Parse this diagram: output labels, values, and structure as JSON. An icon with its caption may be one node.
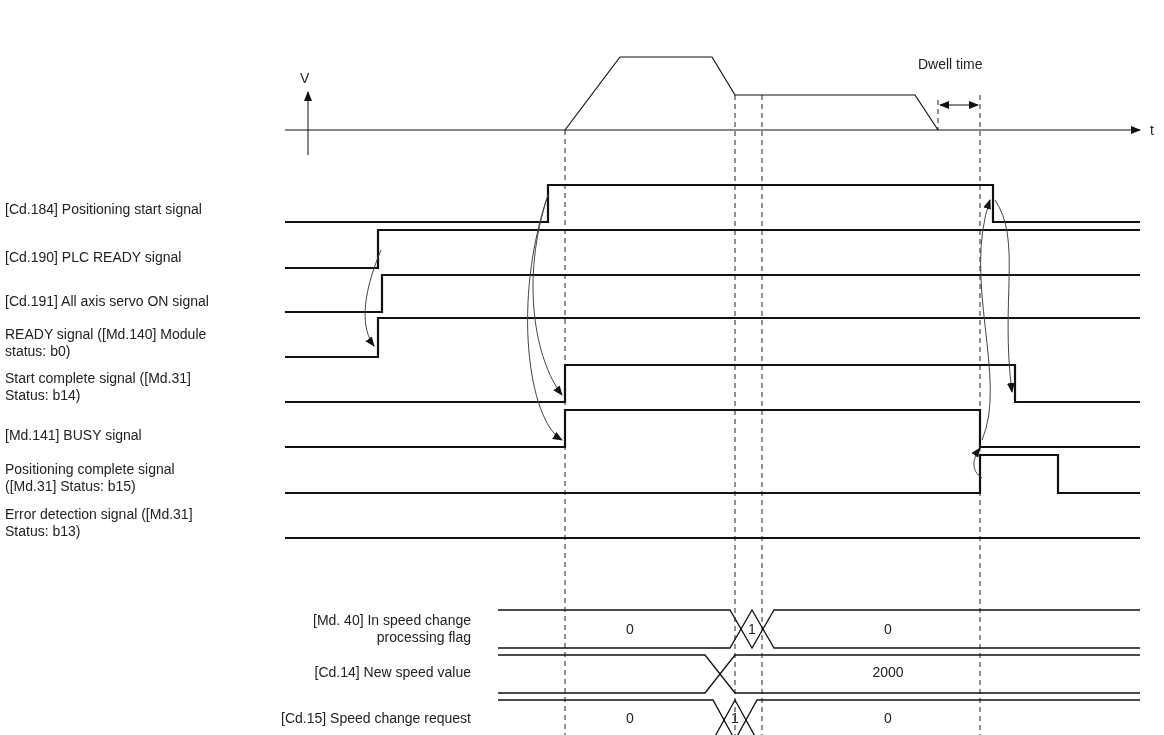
{
  "diagram": {
    "labels": [
      "V",
      "Dwell time",
      "t",
      "[Cd.184] Positioning start signal",
      "[Cd.190] PLC READY signal",
      "[Cd.191] All axis servo ON signal",
      "READY signal ([Md.140] Module status: b0)",
      "Start complete signal ([Md.31] Status: b14)",
      "[Md.141] BUSY signal",
      "Positioning complete signal ([Md.31] Status: b15)",
      "Error detection signal ([Md.31] Status: b13)",
      "[Md. 40] In speed change processing flag",
      "0",
      "1",
      "0",
      "[Cd.14] New speed value",
      "2000",
      "[Cd.15] Speed change request",
      "0",
      "1",
      "0"
    ]
  }
}
